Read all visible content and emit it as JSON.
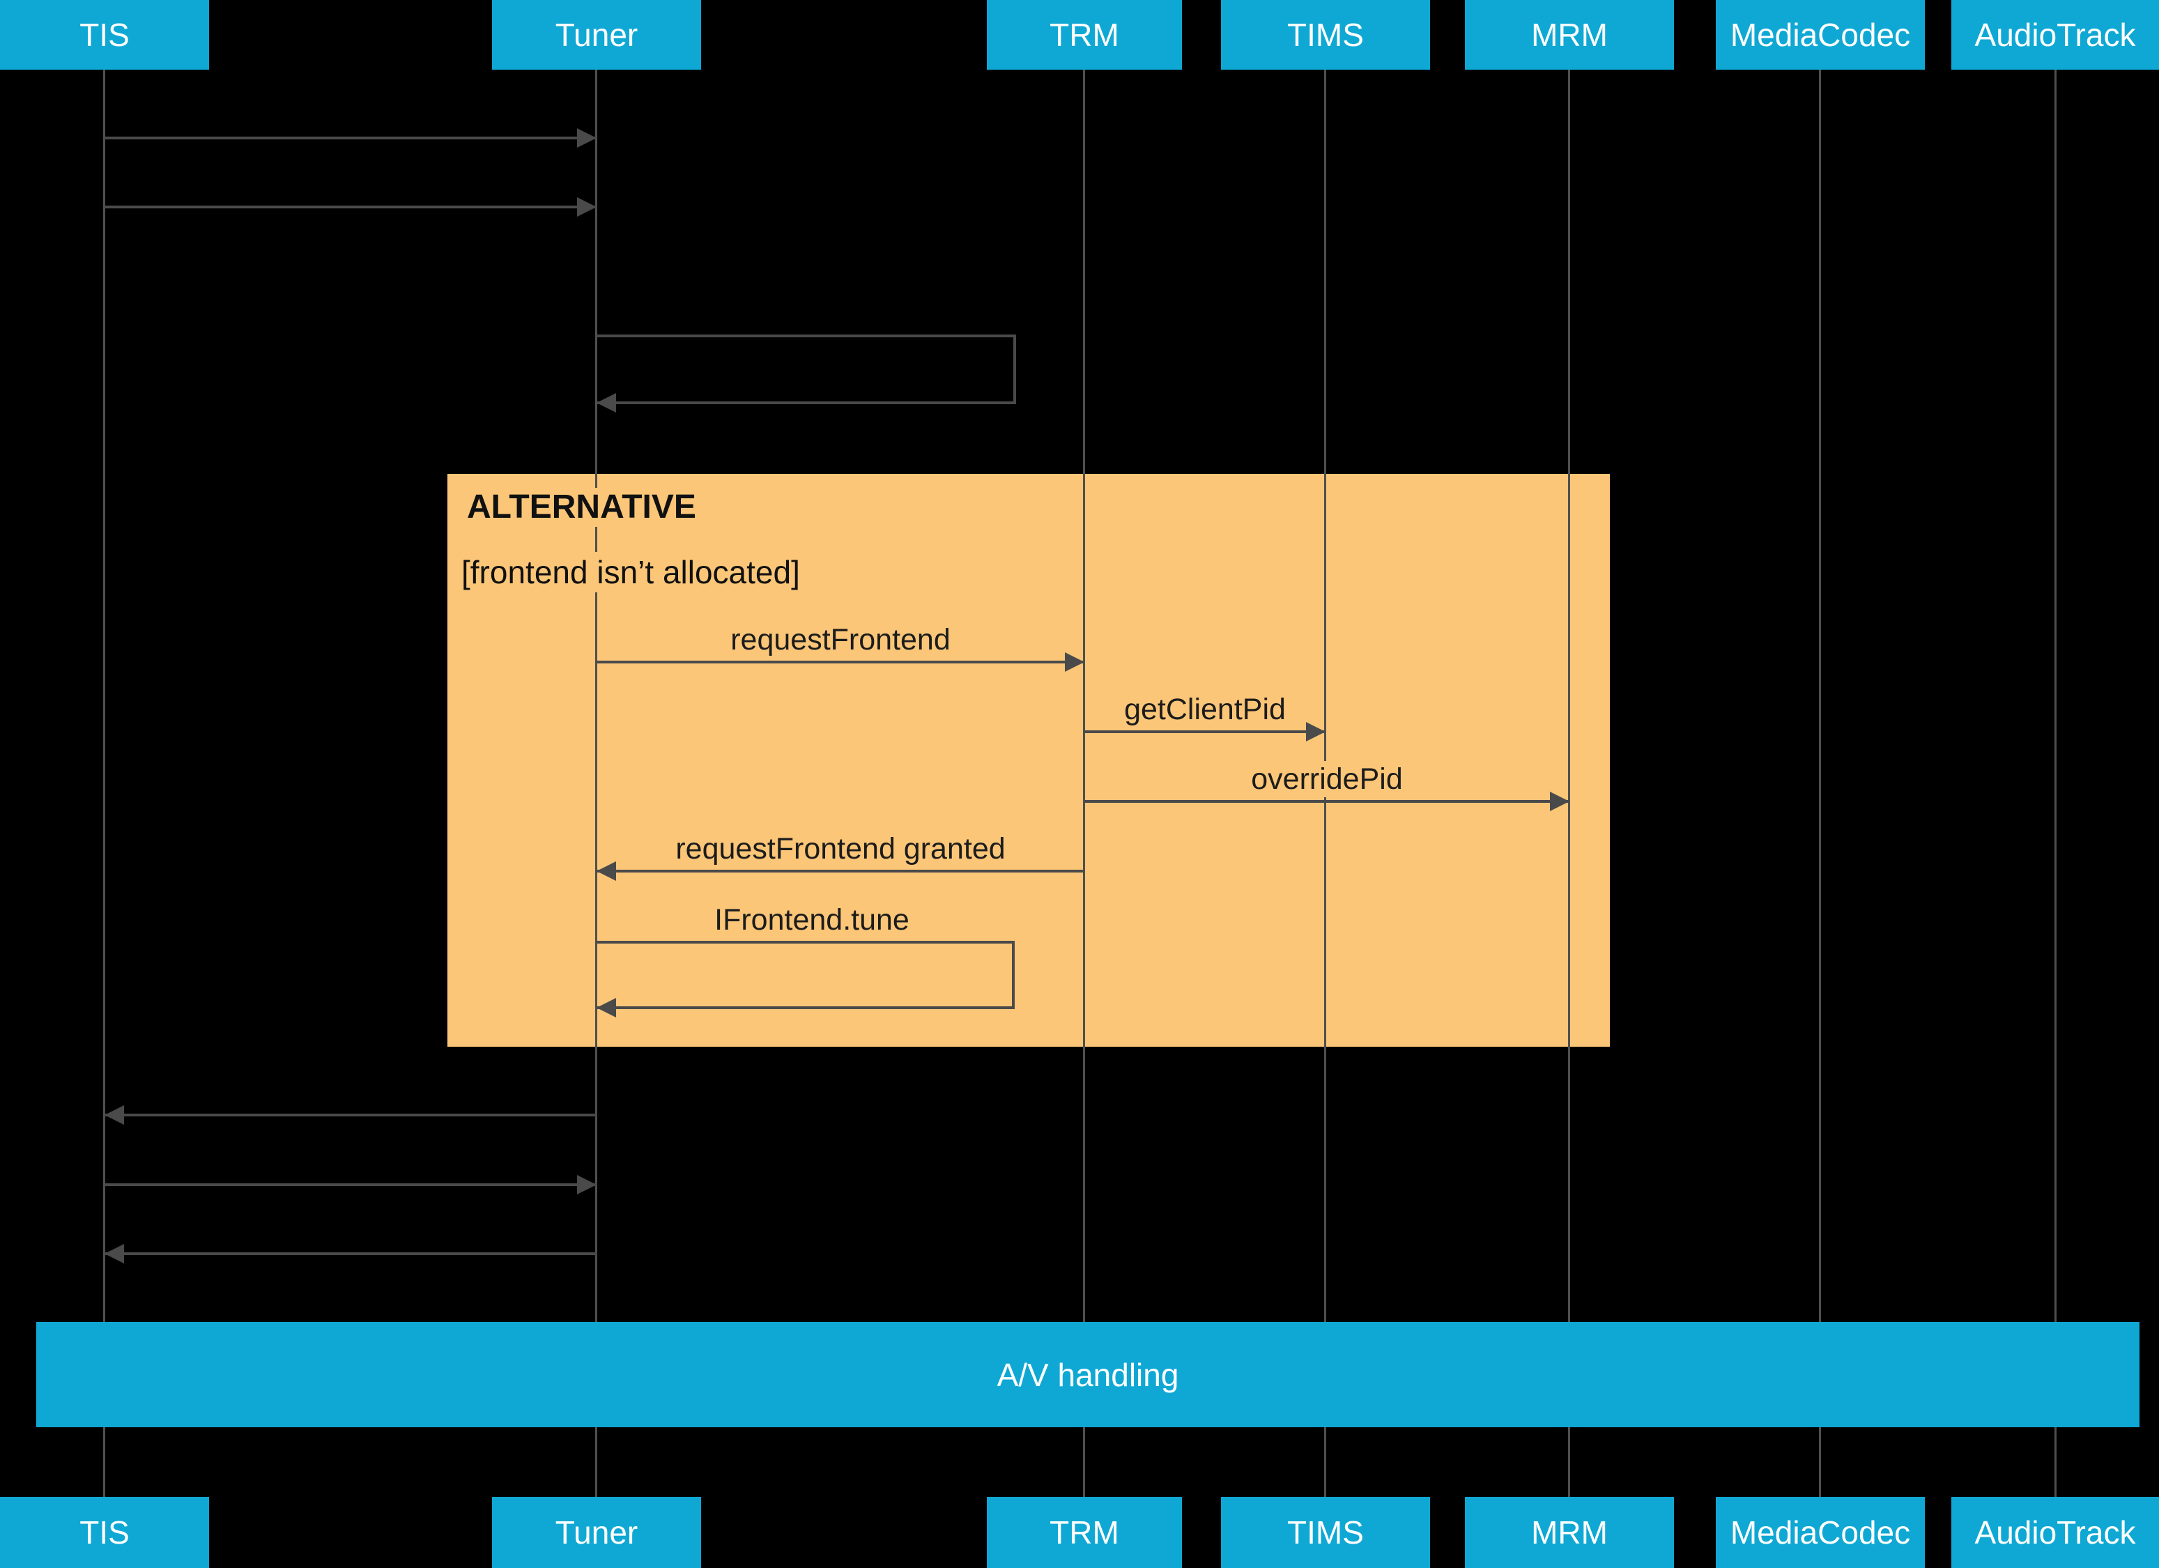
{
  "diagram": {
    "type": "sequence",
    "participants": [
      {
        "name": "TIS"
      },
      {
        "name": "Tuner"
      },
      {
        "name": "TRM"
      },
      {
        "name": "TIMS"
      },
      {
        "name": "MRM"
      },
      {
        "name": "MediaCodec"
      },
      {
        "name": "AudioTrack"
      }
    ],
    "messages": [
      {
        "from": "TIS",
        "to": "Tuner",
        "label": ""
      },
      {
        "from": "TIS",
        "to": "Tuner",
        "label": ""
      },
      {
        "type": "self",
        "on": "Tuner",
        "label": ""
      },
      {
        "from": "Tuner",
        "to": "TRM",
        "label": "requestFrontend",
        "in_alt": true
      },
      {
        "from": "TRM",
        "to": "TIMS",
        "label": "getClientPid",
        "in_alt": true
      },
      {
        "from": "TRM",
        "to": "MRM",
        "label": "overridePid",
        "in_alt": true
      },
      {
        "from": "TRM",
        "to": "Tuner",
        "label": "requestFrontend granted",
        "in_alt": true
      },
      {
        "type": "self",
        "on": "Tuner",
        "label": "IFrontend.tune",
        "in_alt": true
      },
      {
        "from": "Tuner",
        "to": "TIS",
        "label": ""
      },
      {
        "from": "TIS",
        "to": "Tuner",
        "label": ""
      },
      {
        "from": "Tuner",
        "to": "TIS",
        "label": ""
      }
    ],
    "alt": {
      "title": "ALTERNATIVE",
      "guard": "[frontend isn’t allocated]"
    },
    "band": {
      "label": "A/V handling"
    },
    "colors": {
      "background": "#000000",
      "participant_fill": "#0FA8D4",
      "participant_text": "#FFFFFF",
      "alt_fill": "#FBC678",
      "line": "#4A4A4A",
      "label_text": "#1C1C1C"
    }
  }
}
